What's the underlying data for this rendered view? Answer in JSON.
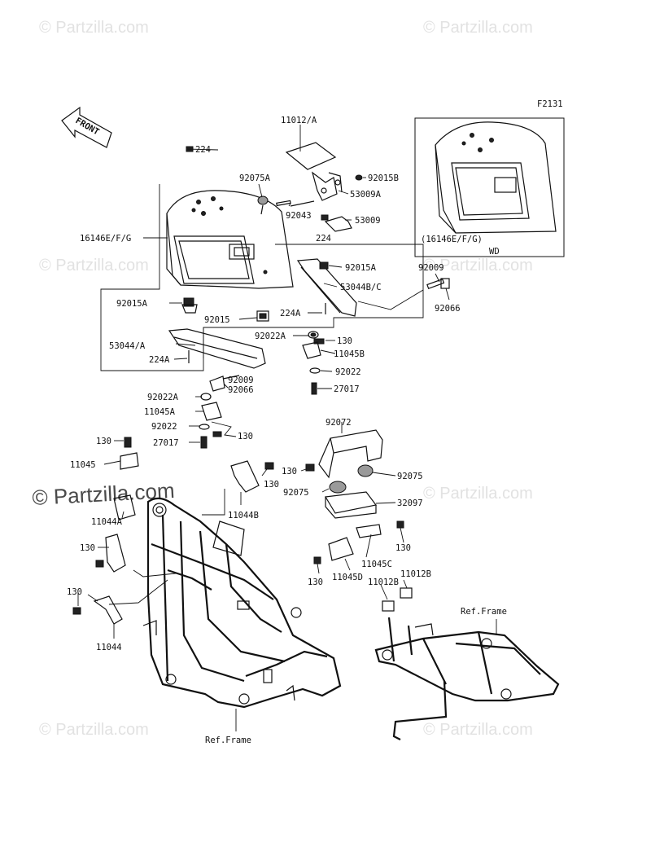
{
  "figure_code": "F2131",
  "front_label": "FRONT",
  "watermarks": {
    "small": "© Partzilla.com",
    "large": "© Partzilla.com"
  },
  "inset_labels": {
    "part": "(16146E/F/G)",
    "variant": "WD"
  },
  "parts": {
    "p11012a": "11012/A",
    "p224_top": "224",
    "p92015b": "92015B",
    "p92075a": "92075A",
    "p53009a": "53009A",
    "p92043": "92043",
    "p53009": "53009",
    "p224_mid": "224",
    "p16146efg": "16146E/F/G",
    "p92015a_r": "92015A",
    "p92009_r": "92009",
    "p53044bc": "53044B/C",
    "p92066_r": "92066",
    "p92015a_l": "92015A",
    "p224a_r": "224A",
    "p92015": "92015",
    "p92022a_r": "92022A",
    "p130_r": "130",
    "p11045b": "11045B",
    "p53044a": "53044/A",
    "p224a_l": "224A",
    "p92022_r": "92022",
    "p92009_l": "92009",
    "p92022a_l": "92022A",
    "p92066_l": "92066",
    "p27017_r": "27017",
    "p11045a": "11045A",
    "p92022_l": "92022",
    "p130_a": "130",
    "p27017_l": "27017",
    "p130_b": "130",
    "p11045": "11045",
    "p92072": "92072",
    "p130_c": "130",
    "p130_d": "130",
    "p92075_r": "92075",
    "p92075_l": "92075",
    "p32097": "32097",
    "p11044b": "11044B",
    "p11044a": "11044A",
    "p130_e": "130",
    "p130_f": "130",
    "p11045c": "11045C",
    "p130_g": "130",
    "p11045d": "11045D",
    "p11012b_l": "11012B",
    "p11012b_r": "11012B",
    "p130_h": "130",
    "p11044": "11044",
    "ref_frame_right": "Ref.Frame",
    "ref_frame_bottom": "Ref.Frame"
  }
}
